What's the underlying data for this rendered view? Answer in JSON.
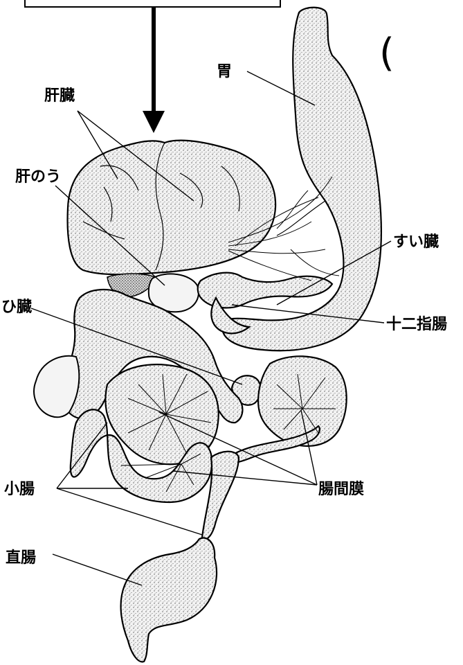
{
  "labels": {
    "stomach": "胃",
    "liver": "肝臓",
    "gallbladder": "肝のう",
    "pancreas": "すい臓",
    "duodenum": "十二指腸",
    "spleen": "ひ臓",
    "small_intestine": "小腸",
    "mesentery": "腸間膜",
    "rectum": "直腸",
    "paren": "("
  }
}
